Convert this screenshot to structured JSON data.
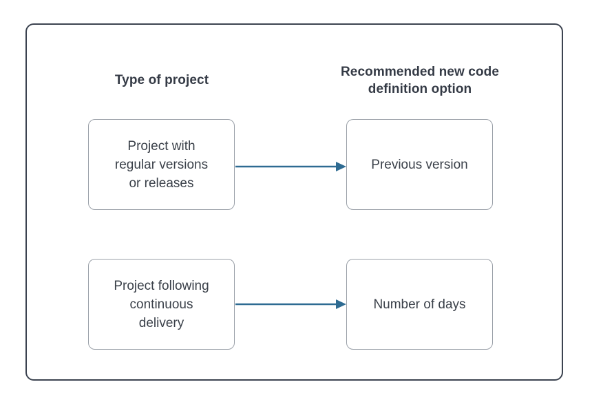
{
  "diagram": {
    "type": "flow-mapping",
    "columns": [
      {
        "id": "left",
        "heading": "Type of project"
      },
      {
        "id": "right",
        "heading": "Recommended new code\ndefinition option"
      }
    ],
    "headings": {
      "left": "Type of project",
      "right_line1": "Recommended new code",
      "right_line2": "definition option"
    },
    "rows": [
      {
        "source": {
          "label": "Project with regular versions or releases",
          "line1": "Project with",
          "line2": "regular versions",
          "line3": "or releases"
        },
        "target": {
          "label": "Previous version"
        },
        "connector": "arrow-right"
      },
      {
        "source": {
          "label": "Project following continuous delivery",
          "line1": "Project following",
          "line2": "continuous",
          "line3": "delivery"
        },
        "target": {
          "label": "Number of days"
        },
        "connector": "arrow-right"
      }
    ],
    "colors": {
      "frame_border": "#3c4350",
      "box_border": "#9aa0a8",
      "heading_text": "#343a45",
      "box_text": "#3a4049",
      "arrow": "#2e6b92",
      "background": "#ffffff"
    }
  }
}
